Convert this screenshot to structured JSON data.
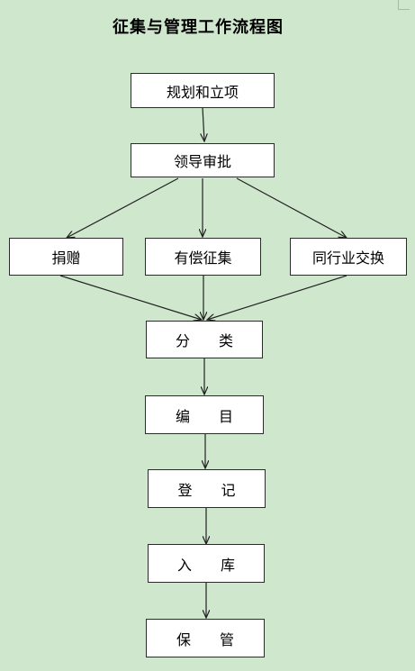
{
  "title": "征集与管理工作流程图",
  "nodes": {
    "planning": "规划和立项",
    "approval": "领导审批",
    "donation": "捐赠",
    "paid_collection": "有偿征集",
    "peer_exchange": "同行业交换",
    "classify": "分　　类",
    "catalog": "编　　目",
    "register": "登　　记",
    "warehouse": "入　　库",
    "custody": "保　　管"
  },
  "edges": [
    [
      "planning",
      "approval"
    ],
    [
      "approval",
      "donation"
    ],
    [
      "approval",
      "paid_collection"
    ],
    [
      "approval",
      "peer_exchange"
    ],
    [
      "donation",
      "classify"
    ],
    [
      "paid_collection",
      "classify"
    ],
    [
      "peer_exchange",
      "classify"
    ],
    [
      "classify",
      "catalog"
    ],
    [
      "catalog",
      "register"
    ],
    [
      "register",
      "warehouse"
    ],
    [
      "warehouse",
      "custody"
    ]
  ]
}
